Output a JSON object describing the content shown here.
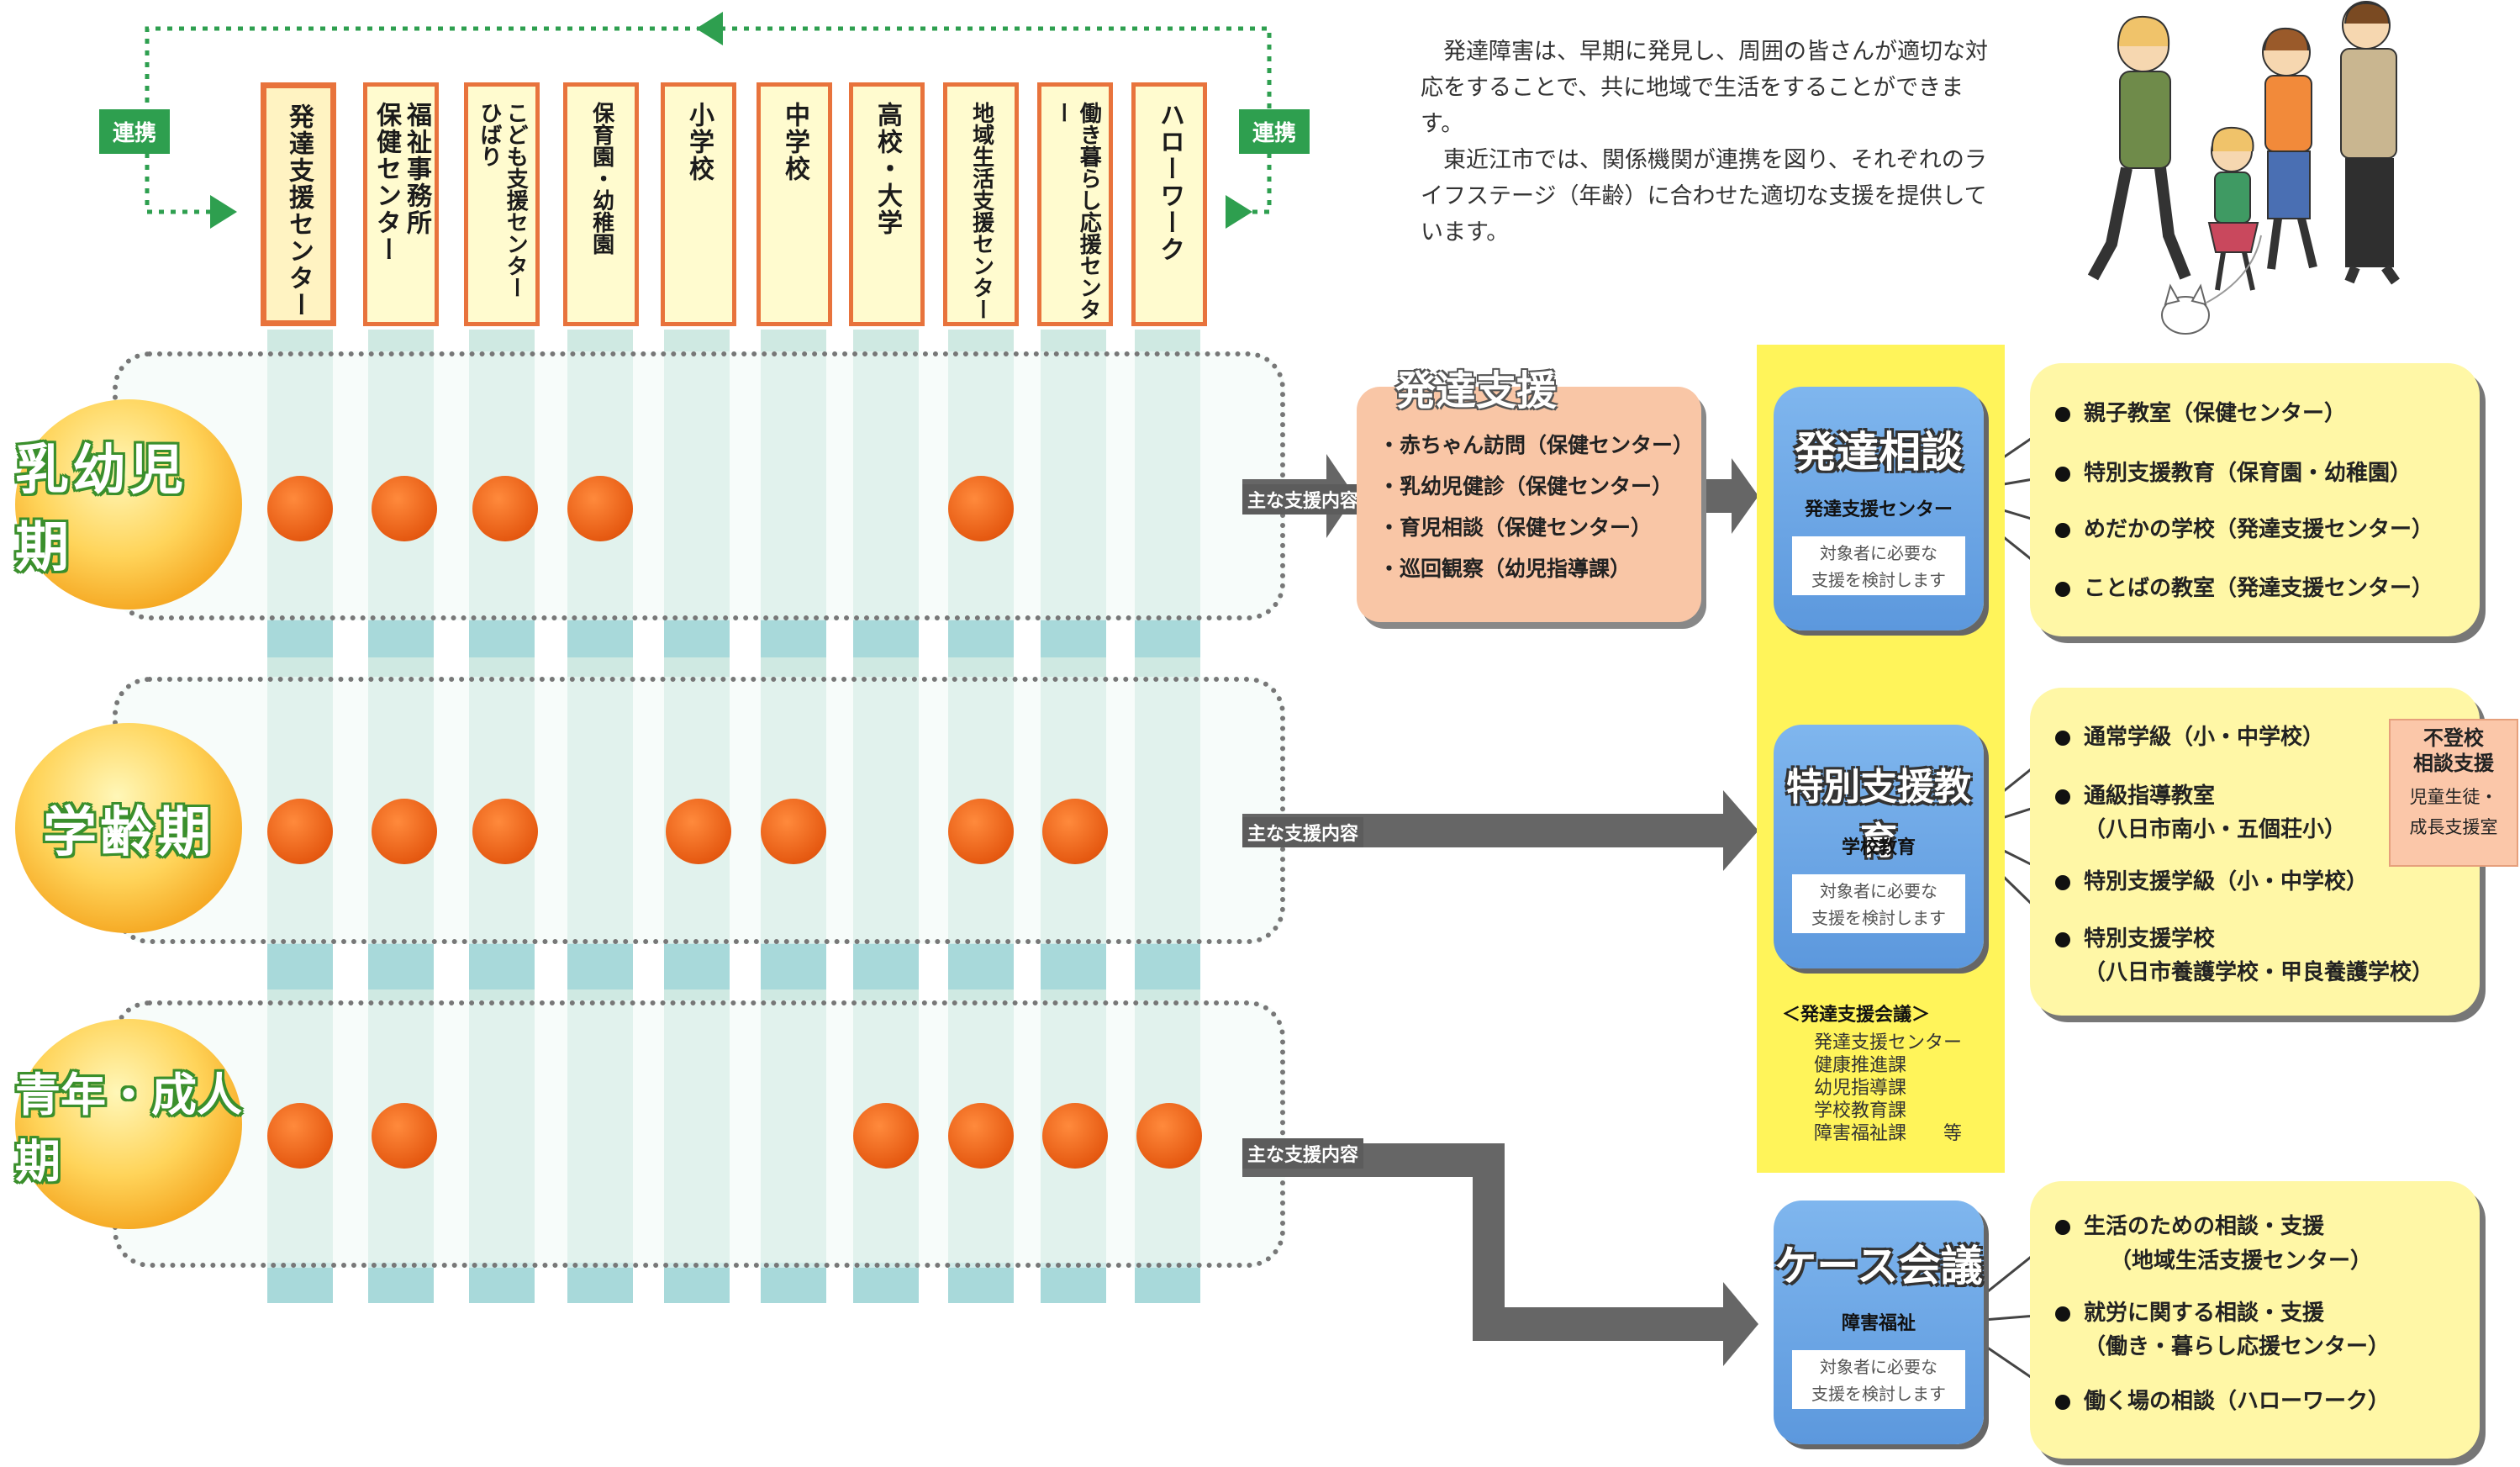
{
  "intro": {
    "p1": "　発達障害は、早期に発見し、周囲の皆さんが適切な対応をすることで、共に地域で生活をすることができます。",
    "p2": "　東近江市では、関係機関が連携を図り、それぞれのライフステージ（年齢）に合わせた適切な支援を提供しています。"
  },
  "renkei": {
    "left": "連携",
    "right": "連携"
  },
  "orgs": [
    "発達支援センター",
    "福祉事務所\n保健センター",
    "こども支援センター\nひばり",
    "保育園・幼稚園",
    "小学校",
    "中学校",
    "高校・大学",
    "地域生活支援センター",
    "働き暮らし応援センター",
    "ハローワーク"
  ],
  "stages": [
    "乳幼児期",
    "学齢期",
    "青年・成人期"
  ],
  "stage_tag": "主な支援内容",
  "kaijo": {
    "title": "発達支援",
    "items": [
      "・赤ちゃん訪問（保健センター）",
      "・乳幼児健診（保健センター）",
      "・育児相談（保健センター）",
      "・巡回観察（幼児指導課）"
    ]
  },
  "boxes": [
    {
      "title": "発達相談",
      "sub": "発達支援センター",
      "note1": "対象者に必要な",
      "note2": "支援を検討します"
    },
    {
      "title": "特別支援教育",
      "sub": "学校教育",
      "note1": "対象者に必要な",
      "note2": "支援を検討します"
    },
    {
      "title": "ケース会議",
      "sub": "障害福祉",
      "note1": "対象者に必要な",
      "note2": "支援を検討します"
    }
  ],
  "meeting": {
    "title": "＜発達支援会議＞",
    "members": [
      "発達支援センター",
      "健康推進課",
      "幼児指導課",
      "学校教育課",
      "障害福祉課　　等"
    ]
  },
  "results": {
    "r1": [
      "親子教室（保健センター）",
      "特別支援教育（保育園・幼稚園）",
      "めだかの学校（発達支援センター）",
      "ことばの教室（発達支援センター）"
    ],
    "r2": [
      "通常学級（小・中学校）",
      "通級指導教室",
      "（八日市南小・五個荘小）",
      "特別支援学級（小・中学校）",
      "特別支援学校",
      "（八日市養護学校・甲良養護学校）"
    ],
    "r3": [
      "生活のための相談・支援",
      "（地域生活支援センター）",
      "就労に関する相談・支援",
      "（働き・暮らし応援センター）",
      "働く場の相談（ハローワーク）"
    ]
  },
  "futoko": {
    "line1": "不登校",
    "line2": "相談支援",
    "line3": "児童生徒・",
    "line4": "成長支援室"
  },
  "colors": {
    "orange": "#e65a12",
    "green": "#2e9f4f",
    "yellow": "#fff45a",
    "blue": "#5c98dd"
  }
}
